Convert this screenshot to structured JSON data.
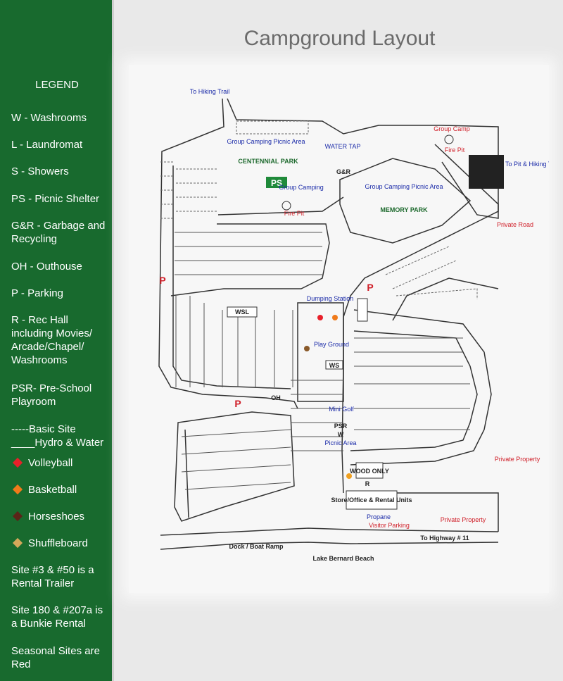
{
  "sidebar": {
    "title": "LEGEND",
    "items": [
      {
        "text": "W - Washrooms"
      },
      {
        "text": "L - Laundromat"
      },
      {
        "text": "S - Showers"
      },
      {
        "text": "PS - Picnic Shelter"
      },
      {
        "text": "G&R - Garbage and Recycling"
      },
      {
        "text": "OH - Outhouse"
      },
      {
        "text": "P - Parking"
      },
      {
        "text": "R - Rec Hall including Movies/ Arcade/Chapel/ Washrooms"
      },
      {
        "text": "PSR- Pre-School Playroom"
      },
      {
        "text": "-----Basic Site"
      },
      {
        "text": "____Hydro & Water"
      },
      {
        "text": "Volleyball",
        "color": "#e8202a"
      },
      {
        "text": "Basketball",
        "color": "#f07a1a"
      },
      {
        "text": "Horseshoes",
        "color": "#5a2418"
      },
      {
        "text": "Shuffleboard",
        "color": "#d4a85a"
      },
      {
        "text": "Site #3 & #50 is a Rental Trailer"
      },
      {
        "text": "Site 180 & #207a is a Bunkie Rental"
      },
      {
        "text": "Seasonal Sites are Red"
      }
    ]
  },
  "page": {
    "title": "Campground Layout"
  },
  "map": {
    "labels": {
      "hiking": "To Hiking Trail",
      "group_camp": "Group Camp",
      "fire_pit": "Fire Pit",
      "to_pit": "To Pit & Hiking Trail",
      "water_tap": "WATER TAP",
      "gc_picnic1": "Group Camping Picnic Area",
      "centennial": "CENTENNIAL PARK",
      "ps": "PS",
      "group_camping": "Group Camping",
      "fire_pit2": "Fire Pit",
      "gr": "G&R",
      "gc_picnic2": "Group Camping Picnic Area",
      "memory": "MEMORY PARK",
      "private_road": "Private Road",
      "dumping": "Dumping Station",
      "wsl": "WSL",
      "play": "Play Ground",
      "ws": "WS",
      "oh": "OH",
      "mini_golf": "Mini Golf",
      "psr": "PSR",
      "w": "W",
      "picnic_area": "Picnic Area",
      "wood": "WOOD ONLY",
      "r": "R",
      "store": "Store/Office & Rental Units",
      "propane": "Propane",
      "visitor": "Visitor Parking",
      "private_prop1": "Private Property",
      "private_prop2": "Private Property",
      "highway": "To Highway # 11",
      "dock": "Dock / Boat Ramp",
      "beach": "Lake Bernard Beach",
      "p": "P"
    }
  }
}
